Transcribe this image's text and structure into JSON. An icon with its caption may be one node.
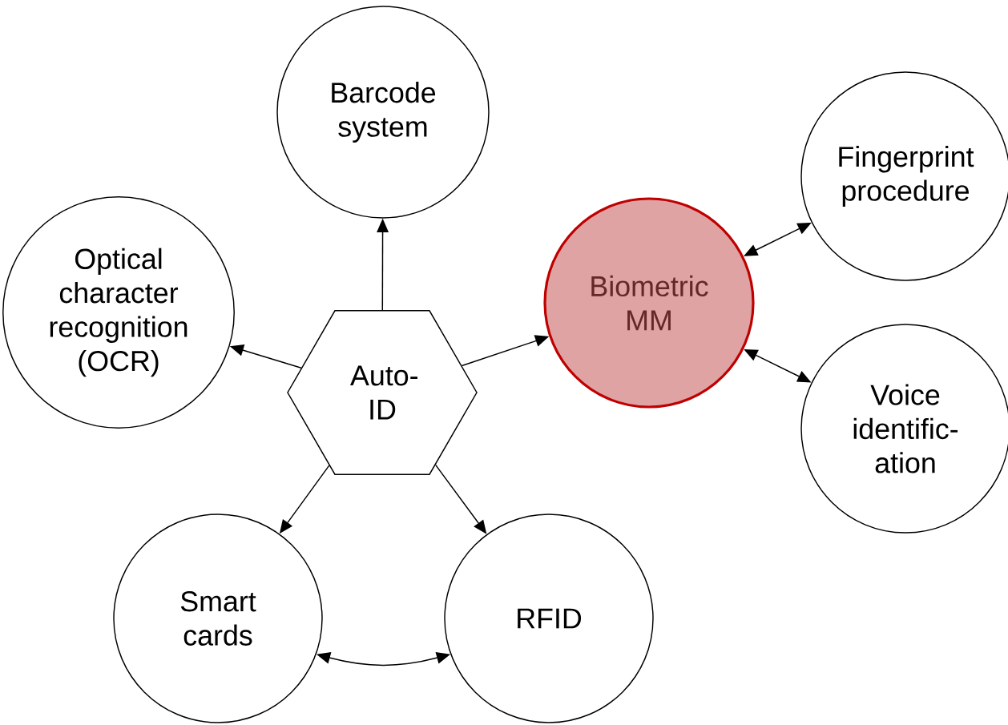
{
  "diagram": {
    "nodes": [
      {
        "text": [
          "Barcode system"
        ]
      },
      {
        "text": [
          "Optical character recognition (OCR)"
        ]
      },
      {
        "text": [
          "Auto-ID"
        ]
      },
      {
        "text": [
          "Biometric MM"
        ]
      },
      {
        "text": [
          "Fingerprint procedure"
        ]
      },
      {
        "text": [
          "Voice identific- ation"
        ]
      },
      {
        "text": [
          "Smart cards"
        ]
      },
      {
        "text": [
          "RFID"
        ]
      }
    ],
    "edges": [
      {
        "from": 2,
        "to": 0,
        "arrow": "to"
      },
      {
        "from": 2,
        "to": 1,
        "arrow": "to"
      },
      {
        "from": 2,
        "to": 3,
        "arrow": "to"
      },
      {
        "from": 3,
        "to": 4,
        "arrow": "both"
      },
      {
        "from": 3,
        "to": 5,
        "arrow": "both"
      },
      {
        "from": 2,
        "to": 6,
        "arrow": "to"
      },
      {
        "from": 2,
        "to": 7,
        "arrow": "to"
      },
      {
        "from": 6,
        "to": 7,
        "arrow": "both"
      }
    ]
  }
}
